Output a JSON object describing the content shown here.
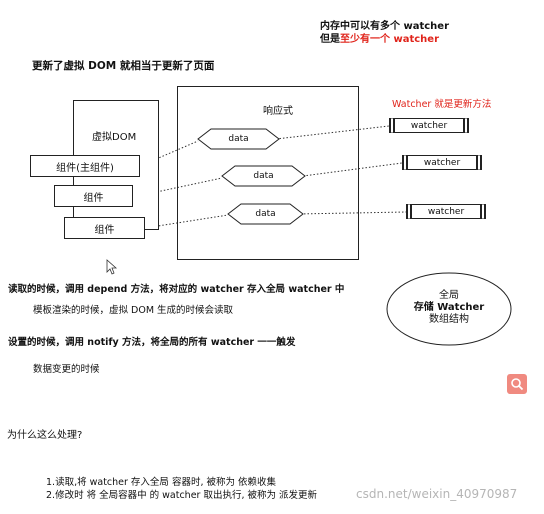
{
  "top_note": {
    "line1": "内存中可以有多个 watcher",
    "line2_prefix": "但是",
    "line2_red": "至少有一个 watcher"
  },
  "heading": "更新了虚拟 DOM 就相当于更新了页面",
  "vdom": {
    "title": "虚拟DOM",
    "components": [
      "组件(主组件)",
      "组件",
      "组件"
    ]
  },
  "reactive": {
    "title": "响应式",
    "data_labels": [
      "data",
      "data",
      "data"
    ]
  },
  "watcher_note": "Watcher 就是更新方法",
  "watchers": [
    "watcher",
    "watcher",
    "watcher"
  ],
  "notes": {
    "read_title": "读取的时候，调用 depend 方法，将对应的 watcher 存入全局 watcher 中",
    "read_sub": "模板渲染的时候，虚拟 DOM 生成的时候会读取",
    "set_title": "设置的时候，调用 notify 方法，将全局的所有 watcher 一一触发",
    "set_sub": "数据变更的时候"
  },
  "ellipse": {
    "line1": "全局",
    "line2": "存储 Watcher",
    "line3": "数组结构"
  },
  "question": "为什么这么处理?",
  "answers": [
    "1.读取,将 watcher 存入全局 容器时, 被称为 依赖收集",
    "2.修改时 将 全局容器中 的 watcher 取出执行, 被称为 派发更新"
  ],
  "watermark": "csdn.net/weixin_40970987",
  "colors": {
    "accent_red": "#e0241b",
    "search_button": "#f08a80"
  }
}
